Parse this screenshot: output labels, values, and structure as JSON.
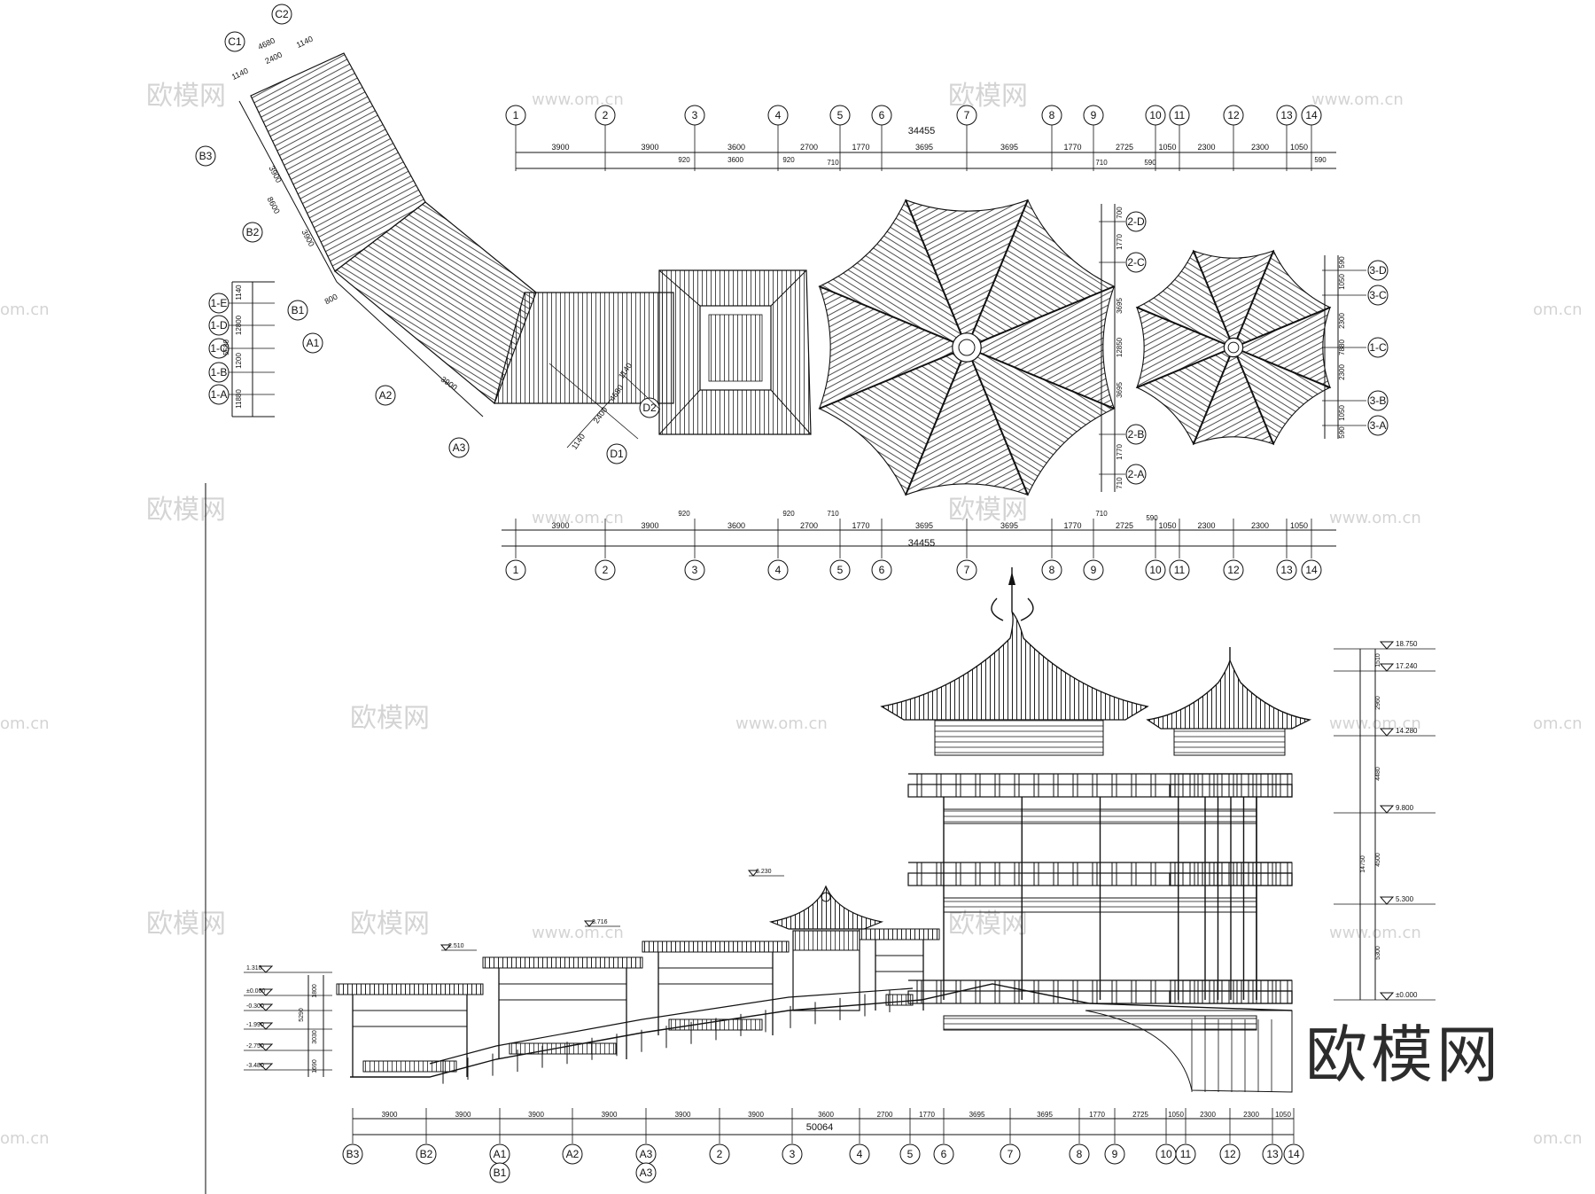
{
  "brand": "欧模网",
  "watermark": {
    "text": "欧模网",
    "url": "www.om.cn",
    "url_short": "om.cn"
  },
  "plan": {
    "top_axes": [
      "1",
      "2",
      "3",
      "4",
      "5",
      "6",
      "7",
      "8",
      "9",
      "10",
      "11",
      "12",
      "13",
      "14"
    ],
    "top_total": "34455",
    "top_dims": [
      "3900",
      "3900",
      "3600",
      "2700",
      "1770",
      "3695",
      "3695",
      "1770",
      "2725",
      "1050",
      "2300",
      "2300",
      "1050",
      "590"
    ],
    "top_subdims": [
      "920",
      "3600",
      "920",
      "710",
      "710",
      "590"
    ],
    "bottom_total": "34455",
    "bottom_dims": [
      "3900",
      "3900",
      "3600",
      "2700",
      "1770",
      "3695",
      "3695",
      "1770",
      "2725",
      "1050",
      "2300",
      "2300",
      "1050",
      "590"
    ],
    "bottom_subdims": [
      "920",
      "920",
      "710",
      "710",
      "590"
    ],
    "corridor_axes": [
      "C1",
      "C2",
      "B3",
      "B2",
      "B1",
      "A1",
      "A2",
      "A3",
      "D1",
      "D2"
    ],
    "corridor_dims": [
      "1140",
      "2400",
      "1140",
      "4680",
      "3900",
      "8600",
      "3900",
      "800",
      "3900",
      "1140",
      "2400",
      "4680",
      "1140"
    ],
    "left_axes": [
      "1-E",
      "1-D",
      "1-C",
      "1-B",
      "1-A"
    ],
    "left_dims": [
      "1140",
      "5580",
      "12800",
      "1200",
      "11880"
    ],
    "pav1_axes": [
      "2-D",
      "2-C",
      "2-B",
      "2-A"
    ],
    "pav1_dims": [
      "700",
      "1770",
      "3695",
      "12850",
      "3695",
      "1770",
      "710"
    ],
    "pav2_axes": [
      "3-D",
      "3-C",
      "1-C",
      "3-B",
      "3-A"
    ],
    "pav2_dims": [
      "590",
      "1050",
      "2300",
      "7880",
      "2300",
      "1050",
      "590"
    ]
  },
  "elevation": {
    "right_levels": [
      "18.750",
      "17.240",
      "14.280",
      "9.800",
      "5.300",
      "±0.000"
    ],
    "right_dims": [
      "1510",
      "2960",
      "4480",
      "14750",
      "4500",
      "5300"
    ],
    "left_levels": [
      "1.310",
      "±0.000",
      "-0.300",
      "-1.990",
      "-2.750",
      "-3.480"
    ],
    "left_dims": [
      "1800",
      "5290",
      "3030",
      "1690"
    ],
    "roof_levels": [
      "2.510",
      "3.716",
      "6.230"
    ],
    "bottom_total": "50064",
    "bottom_dims": [
      "3900",
      "3900",
      "3900",
      "3900",
      "3900",
      "3900",
      "3600",
      "2700",
      "1770",
      "3695",
      "3695",
      "1770",
      "2725",
      "1050",
      "2300",
      "2300",
      "1050"
    ],
    "bottom_axes": [
      "B3",
      "B2",
      "A1",
      "A2",
      "A3",
      "2",
      "3",
      "4",
      "5",
      "6",
      "7",
      "8",
      "9",
      "10",
      "11",
      "12",
      "13",
      "14"
    ],
    "bottom_axes_sub": [
      "B1",
      "A3"
    ]
  }
}
